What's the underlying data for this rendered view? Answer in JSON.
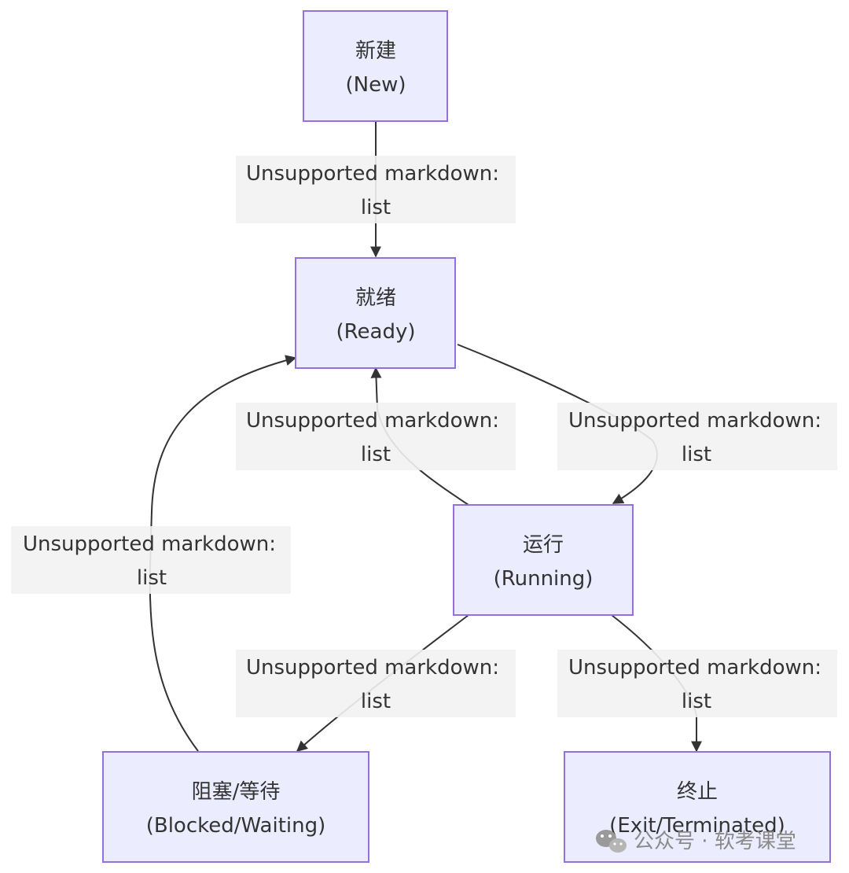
{
  "colors": {
    "node_fill": "#ececff",
    "node_stroke": "#9370db",
    "edge": "#333333",
    "label_bg": "#f2f2f2",
    "text": "#333333"
  },
  "nodes": {
    "new": {
      "line1": "新建",
      "line2": "(New)"
    },
    "ready": {
      "line1": "就绪",
      "line2": "(Ready)"
    },
    "running": {
      "line1": "运行",
      "line2": "(Running)"
    },
    "blocked": {
      "line1": "阻塞/等待",
      "line2": "(Blocked/Waiting)"
    },
    "exit": {
      "line1": "终止",
      "line2": "(Exit/Terminated)"
    }
  },
  "edges": {
    "new_to_ready": {
      "line1": "Unsupported markdown:",
      "line2": "list"
    },
    "ready_to_running": {
      "line1": "Unsupported markdown:",
      "line2": "list"
    },
    "running_to_ready": {
      "line1": "Unsupported markdown:",
      "line2": "list"
    },
    "blocked_to_ready": {
      "line1": "Unsupported markdown:",
      "line2": "list"
    },
    "running_to_blocked": {
      "line1": "Unsupported markdown:",
      "line2": "list"
    },
    "running_to_exit": {
      "line1": "Unsupported markdown:",
      "line2": "list"
    }
  },
  "watermark": {
    "icon": "wechat-icon",
    "text": "公众号 · 软考课堂"
  }
}
